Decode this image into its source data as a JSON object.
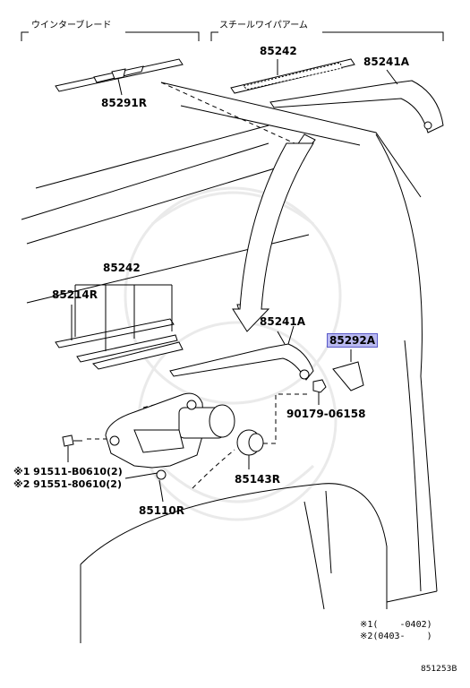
{
  "sections": {
    "wiper_blade": "ウインターブレード",
    "steel_wiper_arm": "スチールワイパアーム"
  },
  "parts": {
    "blade_upper": "85242",
    "arm_upper": "85241A",
    "winter_blade": "85291R",
    "blade_mid": "85242",
    "refill": "85214R",
    "arm_mid": "85241A",
    "cover": "85292A",
    "nut": "90179-06158",
    "bolt1": "※1 91511-B0610(2)",
    "bolt2": "※2 91551-80610(2)",
    "motor": "85110R",
    "grommet": "85143R"
  },
  "notes": {
    "n1": "※1(    -0402)",
    "n2": "※2(0403-    )"
  },
  "figure_id": "851253B",
  "colors": {
    "highlight": "#b9b9f0",
    "line": "#000000",
    "watermark": "#eeeeee"
  }
}
